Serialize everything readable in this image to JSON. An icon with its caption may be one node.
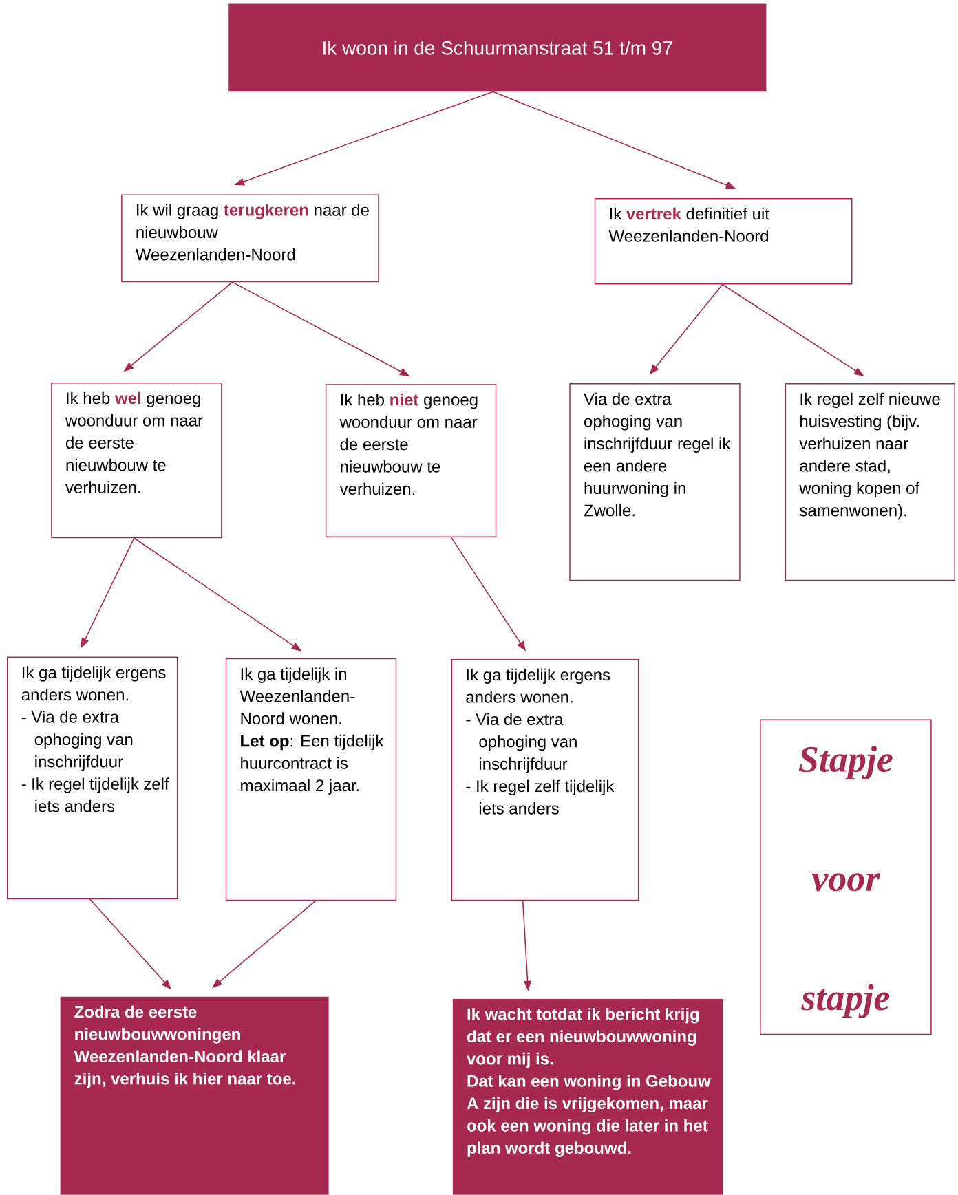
{
  "diagram": {
    "nodes": [
      {
        "text": [
          "Ik woon in de Schuurmanstraat 51 t/m 97"
        ]
      },
      {
        "text": [
          "Ik wil graag **terugkeren** naar de nieuwbouw Weezenlanden-Noord"
        ]
      },
      {
        "text": [
          "Ik **vertrek** definitief uit Weezenlanden-Noord"
        ]
      },
      {
        "text": [
          "Ik heb **wel** genoeg woonduur om naar de eerste nieuwbouw te verhuizen."
        ]
      },
      {
        "text": [
          "Ik heb **niet** genoeg woonduur om naar de eerste nieuwbouw te verhuizen."
        ]
      },
      {
        "text": [
          "Via de extra ophoging van inschrijfduur regel ik een andere huurwoning in Zwolle."
        ]
      },
      {
        "text": [
          "Ik regel zelf nieuwe huisvesting (bijv. verhuizen naar andere stad, woning kopen of samenwonen)."
        ]
      },
      {
        "text": [
          "Ik ga tijdelijk ergens anders wonen.",
          "- Via de extra ophoging van inschrijfduur",
          "- Ik regel tijdelijk zelf iets anders"
        ]
      },
      {
        "text": [
          "Ik ga tijdelijk in Weezenlanden-Noord wonen.",
          "**Let op**: Een tijdelijk huurcontract is maximaal 2 jaar."
        ]
      },
      {
        "text": [
          "Ik ga tijdelijk ergens anders wonen.",
          "- Via de extra ophoging van inschrijfduur",
          "- Ik regel zelf tijdelijk iets anders"
        ]
      },
      {
        "text": [
          "Zodra de eerste nieuwbouwwoningen Weezenlanden-Noord klaar zijn, verhuis ik hier naar toe."
        ]
      },
      {
        "text": [
          "Ik wacht totdat ik bericht krijg dat er een nieuwbouwwoning voor mij is.",
          "Dat kan een woning in Gebouw A zijn die is vrijgekomen, maar ook een woning die later in het plan wordt gebouwd."
        ]
      },
      {
        "text": [
          "Stapje",
          "voor",
          "stapje"
        ]
      }
    ],
    "edges": [
      {
        "from": 0,
        "to": 1,
        "arrow": "to"
      },
      {
        "from": 0,
        "to": 2,
        "arrow": "to"
      },
      {
        "from": 1,
        "to": 3,
        "arrow": "to"
      },
      {
        "from": 1,
        "to": 4,
        "arrow": "to"
      },
      {
        "from": 2,
        "to": 5,
        "arrow": "to"
      },
      {
        "from": 2,
        "to": 6,
        "arrow": "to"
      },
      {
        "from": 3,
        "to": 7,
        "arrow": "to"
      },
      {
        "from": 3,
        "to": 8,
        "arrow": "to"
      },
      {
        "from": 4,
        "to": 9,
        "arrow": "to"
      },
      {
        "from": 7,
        "to": 10,
        "arrow": "to"
      },
      {
        "from": 8,
        "to": 10,
        "arrow": "to"
      },
      {
        "from": 9,
        "to": 11,
        "arrow": "to"
      }
    ]
  }
}
